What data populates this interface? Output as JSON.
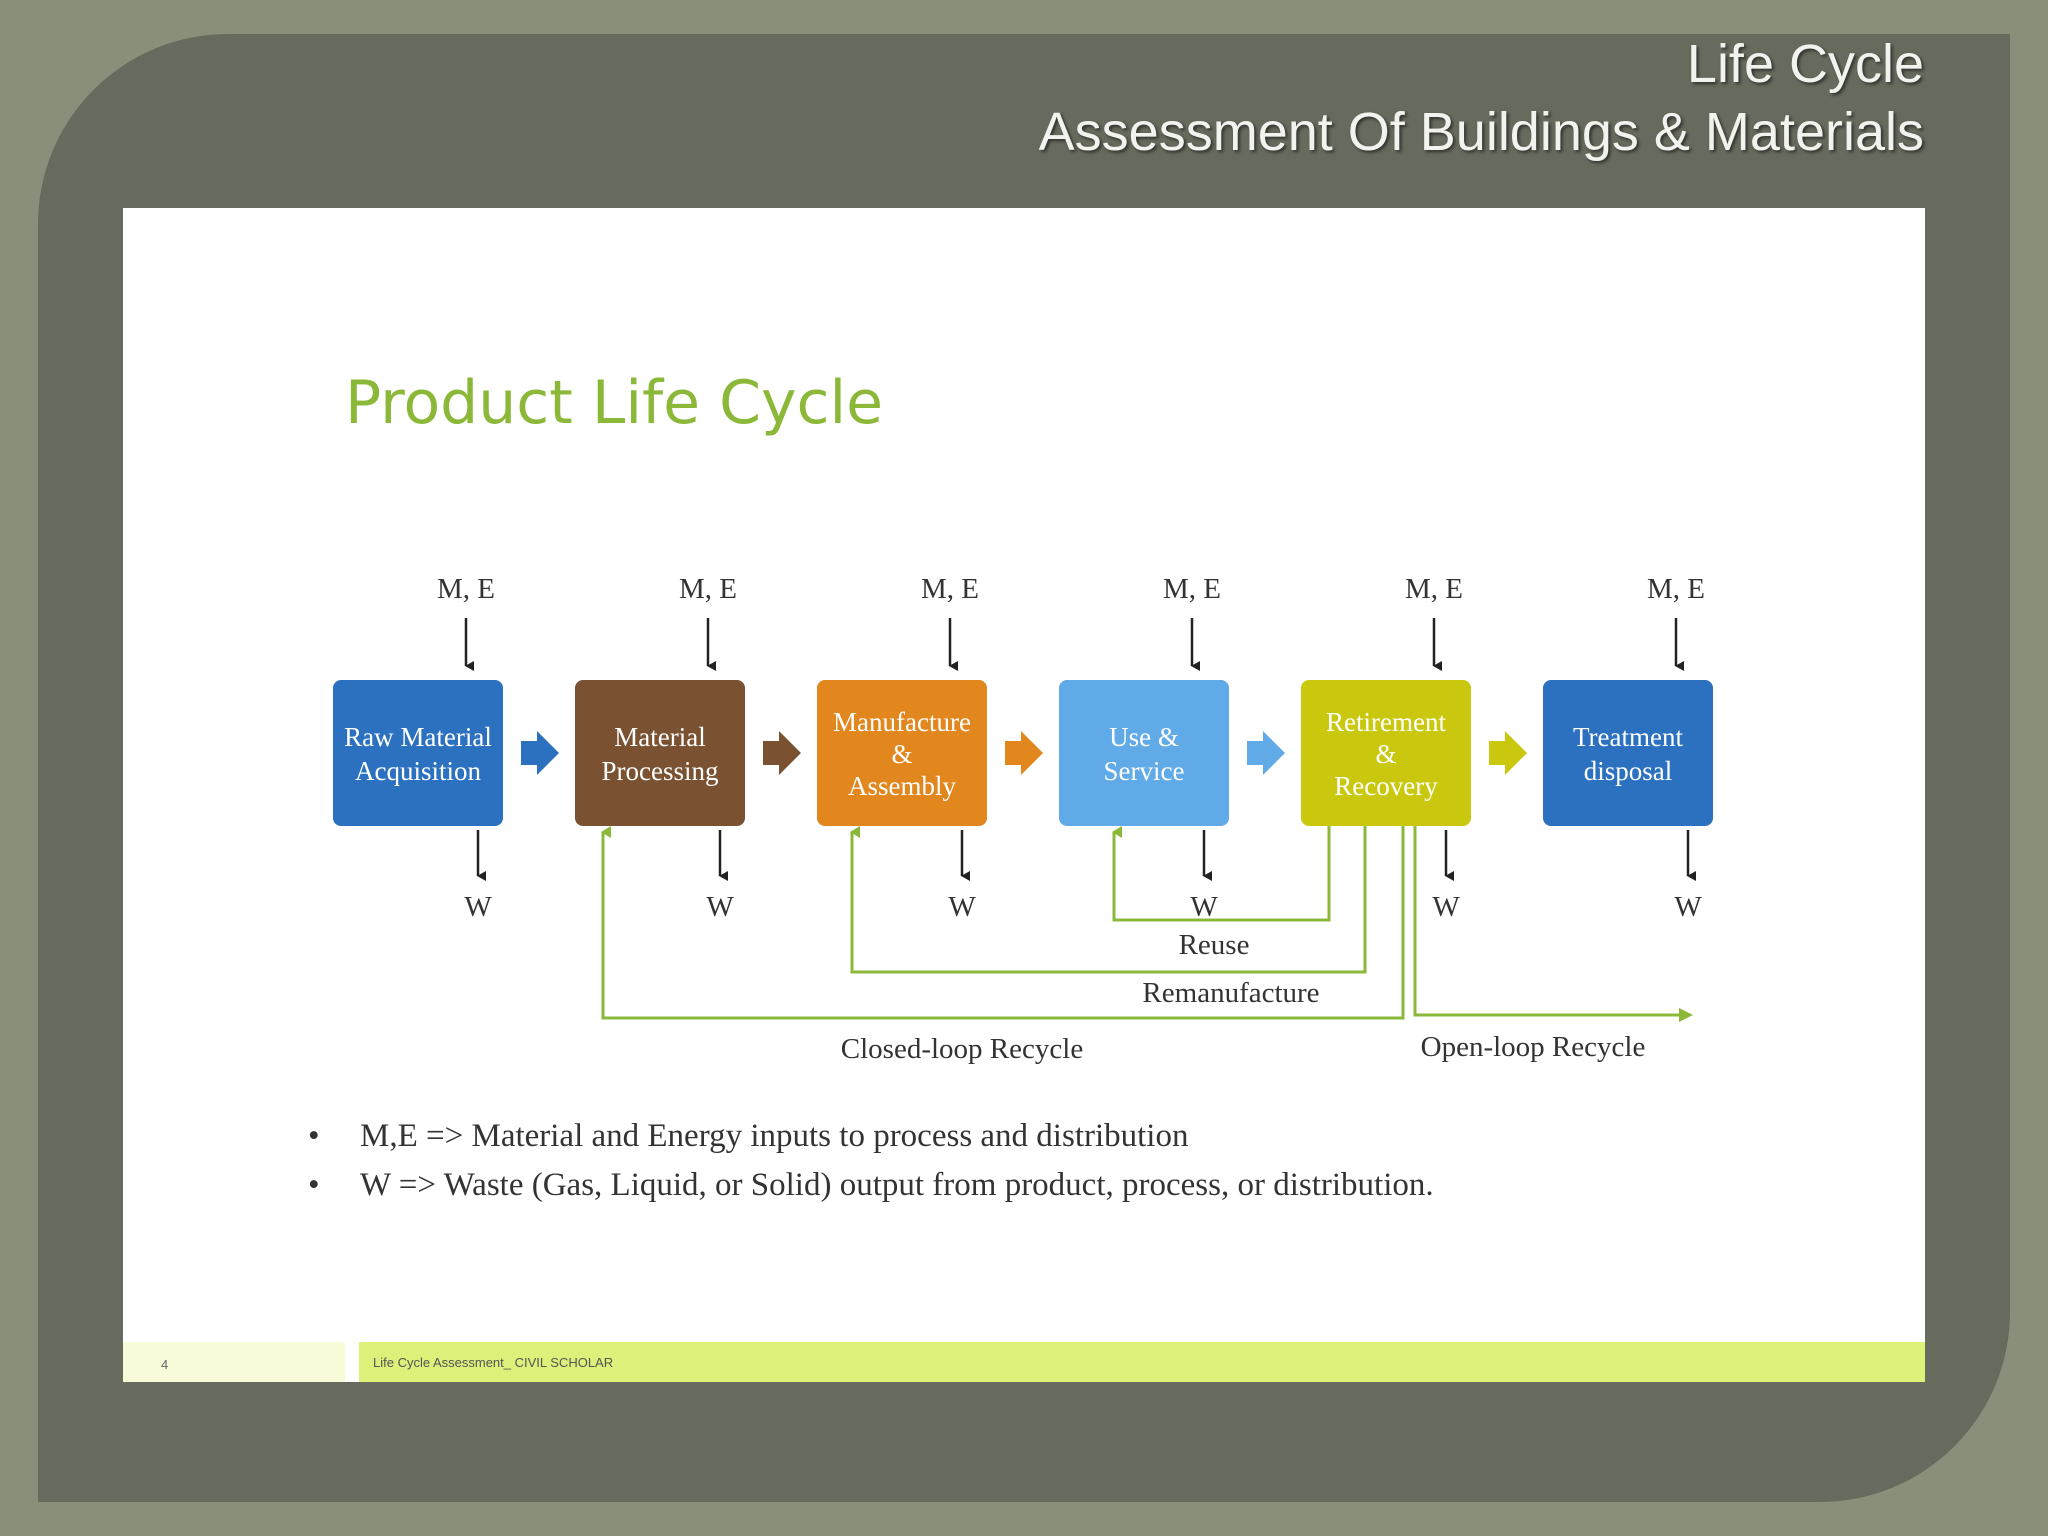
{
  "header": {
    "line1": "Life Cycle",
    "line2": "Assessment Of Buildings & Materials"
  },
  "slide": {
    "title": "Product Life Cycle",
    "page_number": "4",
    "footer_text": "Life Cycle Assessment_ CIVIL SCHOLAR"
  },
  "diagram": {
    "input_label": "M, E",
    "output_label": "W",
    "stages": [
      {
        "lines": [
          "Raw Material",
          "Acquisition"
        ],
        "color": "#2b71bf"
      },
      {
        "lines": [
          "Material",
          "Processing"
        ],
        "color": "#7a5232"
      },
      {
        "lines": [
          "Manufacture",
          "&",
          "Assembly"
        ],
        "color": "#e2861e"
      },
      {
        "lines": [
          "Use &",
          "Service"
        ],
        "color": "#61aae8"
      },
      {
        "lines": [
          "Retirement",
          "&",
          "Recovery"
        ],
        "color": "#c9c80f"
      },
      {
        "lines": [
          "Treatment",
          "disposal"
        ],
        "color": "#2b71bf"
      }
    ],
    "loops": {
      "reuse": "Reuse",
      "remanufacture": "Remanufacture",
      "closed_loop": "Closed-loop Recycle",
      "open_loop": "Open-loop Recycle"
    },
    "loop_color": "#8cb83a"
  },
  "bullets": [
    "M,E => Material and Energy inputs to process and distribution",
    "W => Waste (Gas, Liquid, or Solid) output from product, process, or distribution."
  ]
}
